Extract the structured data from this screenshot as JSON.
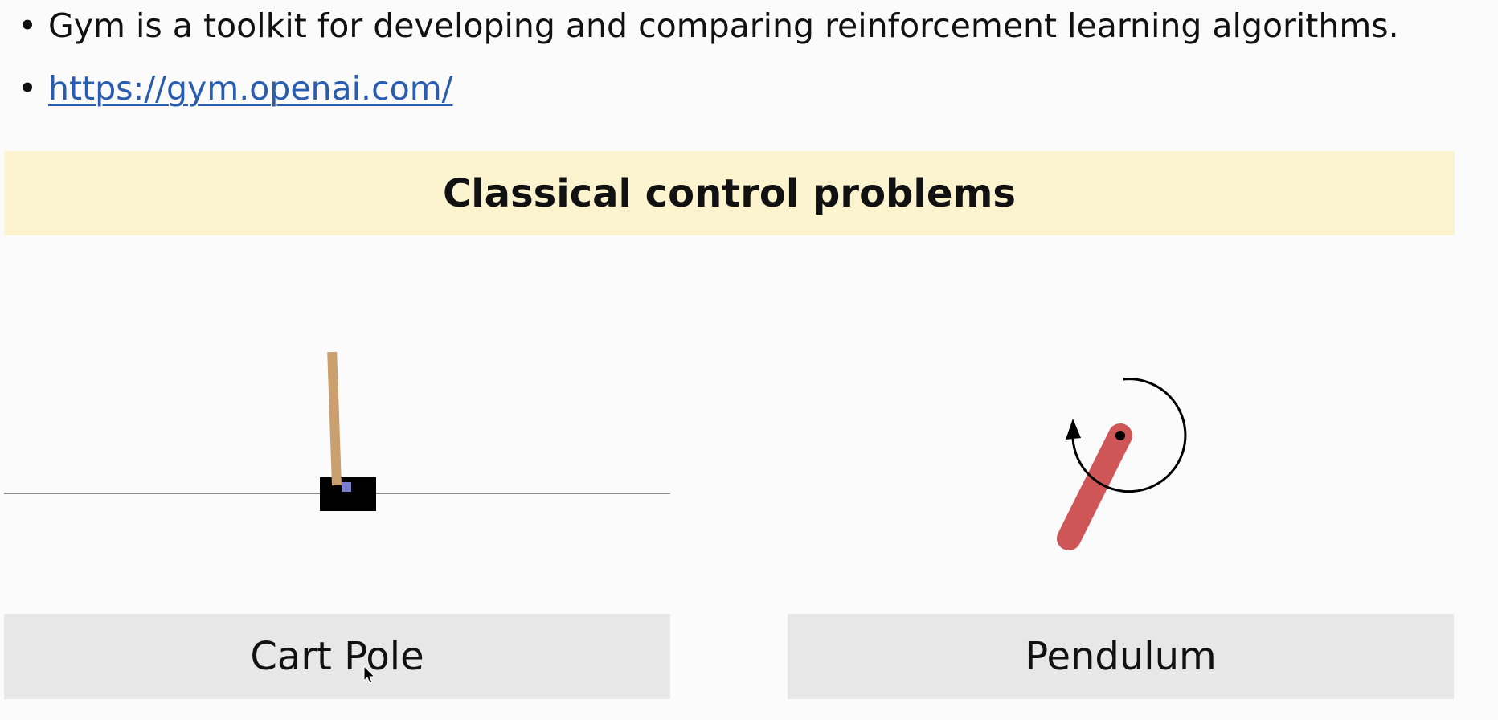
{
  "bullets": [
    {
      "text": "Gym is a toolkit for developing and comparing reinforcement learning algorithms."
    },
    {
      "link": "https://gym.openai.com/"
    }
  ],
  "section": {
    "title": "Classical control problems",
    "background": "#fcf3cf"
  },
  "environments": [
    {
      "label": "Cart Pole",
      "icon": "cartpole-render"
    },
    {
      "label": "Pendulum",
      "icon": "pendulum-render"
    }
  ],
  "colors": {
    "link": "#2a5db0",
    "label_bg": "#e8e7e7",
    "pole": "#c9a06e",
    "pendulum": "#cf5656"
  }
}
